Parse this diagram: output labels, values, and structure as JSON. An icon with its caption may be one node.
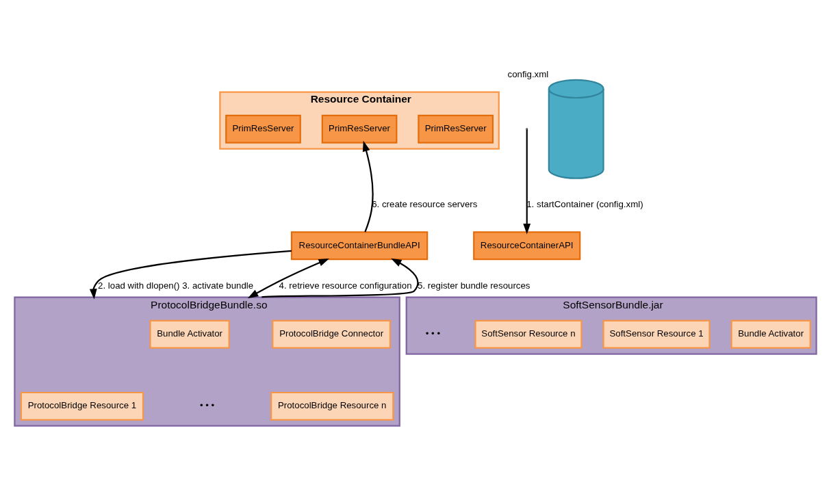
{
  "diagram": {
    "nodes": [
      {
        "text": [
          "Resource Container"
        ]
      },
      {
        "text": [
          "ResourceContainerAPI"
        ]
      },
      {
        "text": [
          "PrimResServer"
        ],
        "in": 0
      },
      {
        "text": [
          "PrimResServer"
        ],
        "in": 0
      },
      {
        "text": [
          "PrimResServer"
        ],
        "in": 0
      },
      {
        "text": [
          "ResourceContainerBundleAPI"
        ]
      },
      {
        "text": [],
        "shape": "cylinder",
        "beside": [
          "config.xml"
        ]
      },
      {
        "text": [
          "ProtocolBridgeBundle.so"
        ]
      },
      {
        "text": [
          "Bundle Activator"
        ],
        "in": 7
      },
      {
        "text": [
          "ProtocolBridge Connector"
        ],
        "in": 7
      },
      {
        "text": [
          "ProtocolBridge Resource 1"
        ],
        "in": 7
      },
      {
        "text": [
          "ProtocolBridge Resource n"
        ],
        "in": 7
      },
      {
        "text": [
          "SoftSensorBundle.jar"
        ]
      },
      {
        "text": [
          "Bundle Activator"
        ],
        "in": 12
      },
      {
        "text": [
          "SoftSensor Resource 1"
        ],
        "in": 12
      },
      {
        "text": [
          "SoftSensor Resource n"
        ],
        "in": 12
      }
    ],
    "edges": [
      {
        "from": null,
        "to": 1,
        "arrow": "to",
        "label": "1. startContainer (config.xml)"
      },
      {
        "from": 5,
        "to": 7,
        "arrow": "to",
        "label": "2. load with dlopen() 3. activate bundle"
      },
      {
        "from": 7,
        "to": 5,
        "arrow": "both",
        "label": "4. retrieve resource configuration"
      },
      {
        "from": 7,
        "to": 5,
        "arrow": "to",
        "label": "5. register bundle resources"
      },
      {
        "from": 5,
        "to": 3,
        "arrow": "to",
        "label": "6. create resource servers"
      }
    ],
    "labels": [
      "• • •",
      "• • •"
    ]
  }
}
